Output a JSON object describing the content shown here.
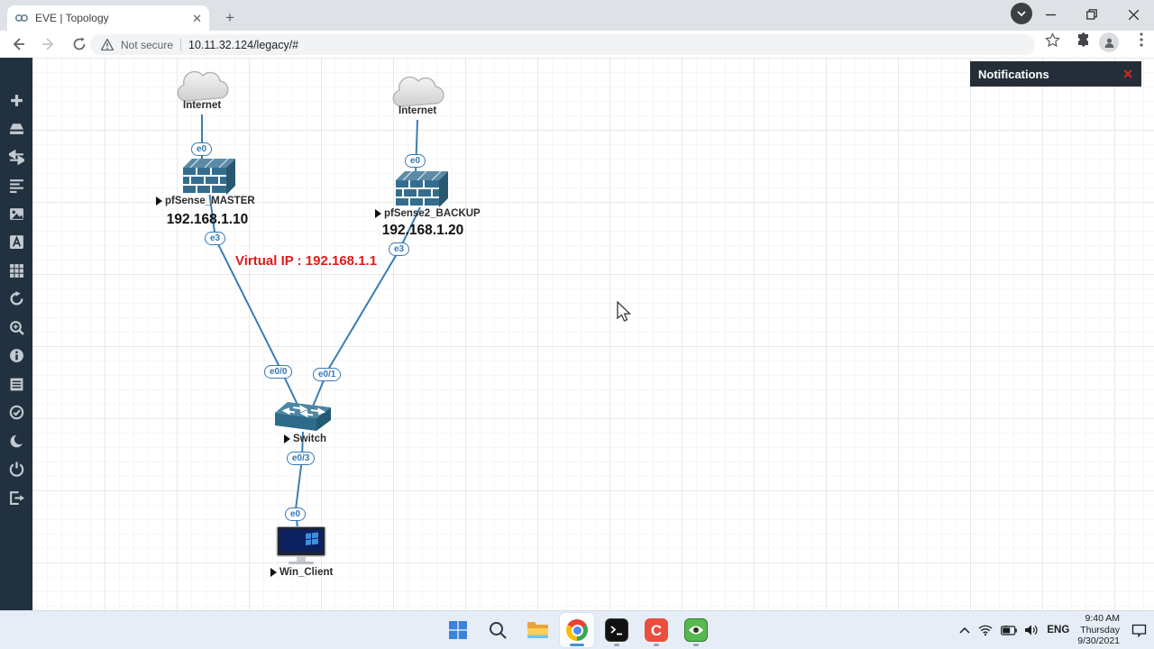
{
  "browser": {
    "tab_title": "EVE | Topology",
    "new_tab": "+",
    "tab_close": "✕",
    "security_label": "Not secure",
    "url": "10.11.32.124/legacy/#"
  },
  "notifications": {
    "title": "Notifications",
    "close": "✕"
  },
  "topology": {
    "virtual_ip": "Virtual IP : 192.168.1.1",
    "nodes": {
      "internet1": {
        "label": "Internet"
      },
      "internet2": {
        "label": "Internet"
      },
      "pfsense_master": {
        "name": "pfSense_MASTER",
        "ip": "192.168.1.10"
      },
      "pfsense_backup": {
        "name": "pfSense2_BACKUP",
        "ip": "192.168.1.20"
      },
      "switch": {
        "name": "Switch"
      },
      "win_client": {
        "name": "Win_Client"
      }
    },
    "ports": [
      {
        "label": "e0"
      },
      {
        "label": "e3"
      },
      {
        "label": "e0"
      },
      {
        "label": "e3"
      },
      {
        "label": "e0/0"
      },
      {
        "label": "e0/1"
      },
      {
        "label": "e0/3"
      },
      {
        "label": "e0"
      }
    ]
  },
  "sidebar": {
    "items": [
      "add-object",
      "nodes",
      "networks",
      "startup-configs",
      "pictures",
      "text-objects",
      "custom-shapes",
      "refresh-topology",
      "zoom",
      "status",
      "lab-details",
      "configured-nodes",
      "dark-mode",
      "stop-all-nodes",
      "logout"
    ]
  },
  "taskbar": {
    "camtasia_letter": "C",
    "language": "ENG",
    "clock": {
      "time": "9:40 AM",
      "day": "Thursday",
      "date": "9/30/2021"
    }
  },
  "colors": {
    "link_blue": "#3b7db4",
    "port_blue": "#3579b5",
    "virtual_ip_red": "#e11a1a",
    "sidebar_dark": "#22313f",
    "notif_dark": "#232e38",
    "firewall_teal": "#336e8e"
  }
}
